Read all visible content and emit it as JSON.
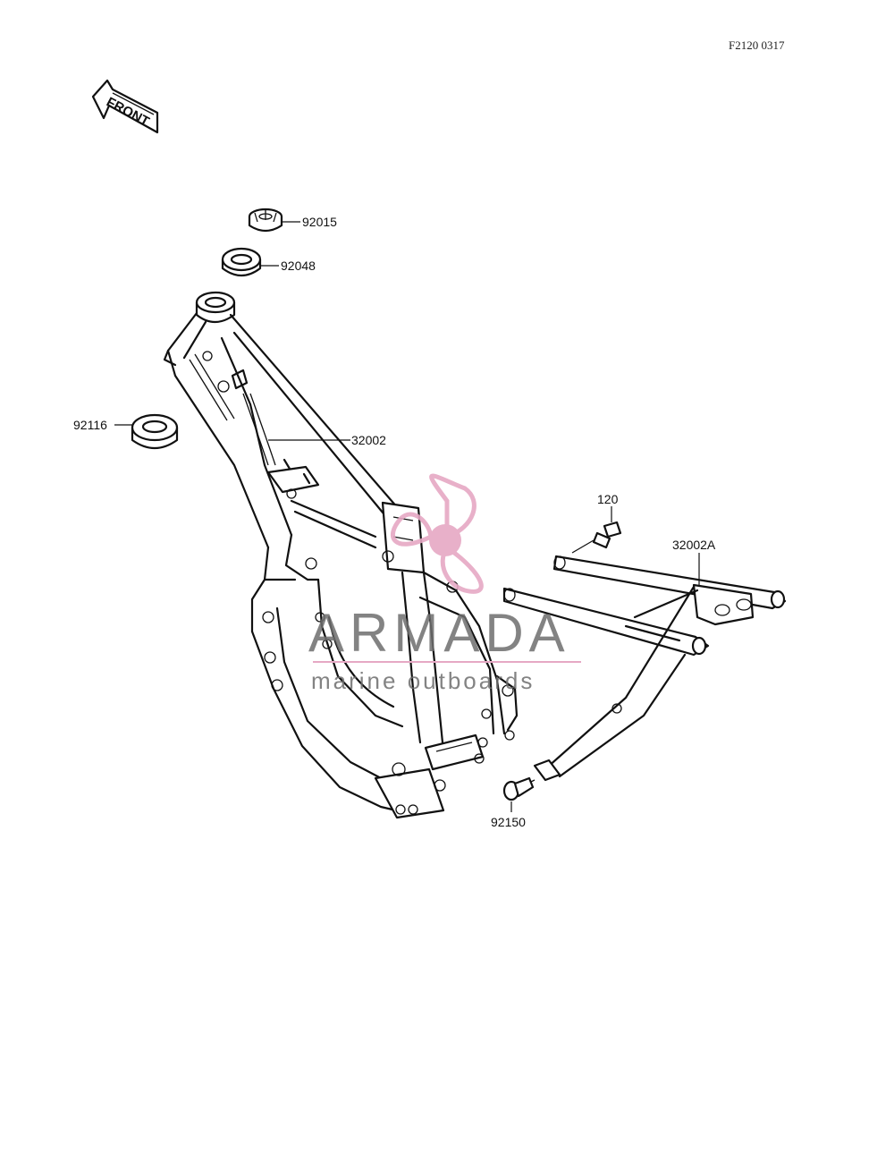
{
  "diagram": {
    "code": "F2120 0317",
    "front_label": "FRONT",
    "parts": [
      {
        "id": "p1",
        "number": "92015"
      },
      {
        "id": "p2",
        "number": "92048"
      },
      {
        "id": "p3",
        "number": "92116"
      },
      {
        "id": "p4",
        "number": "32002"
      },
      {
        "id": "p5",
        "number": "120"
      },
      {
        "id": "p6",
        "number": "32002A"
      },
      {
        "id": "p7",
        "number": "92150"
      }
    ]
  },
  "watermark": {
    "brand": "ARMADA",
    "tagline": "marine outboards",
    "color": "#e6a8c4"
  }
}
